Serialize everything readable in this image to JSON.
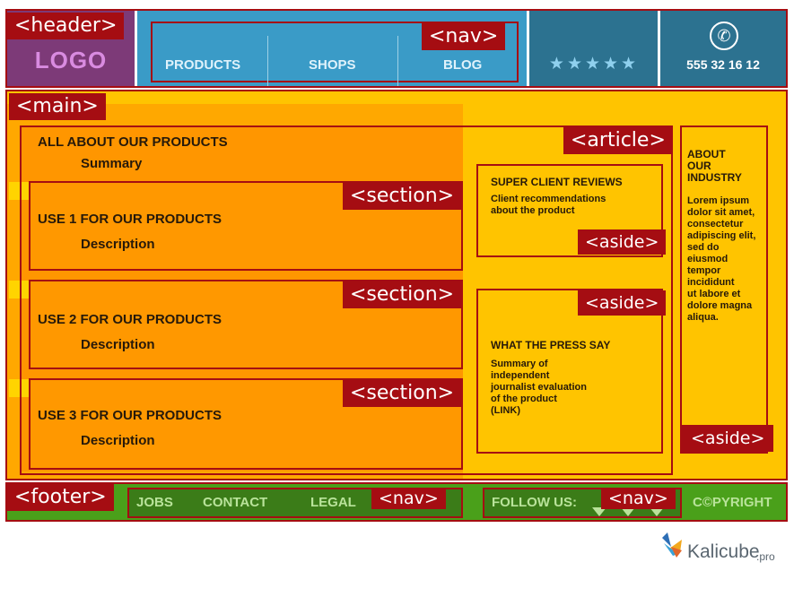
{
  "header": {
    "tag": "<header>",
    "logo": "LOGO",
    "nav_tag": "<nav>",
    "nav_items": [
      "PRODUCTS",
      "SHOPS",
      "BLOG"
    ],
    "stars": "★★★★★",
    "phone_icon": "phone-icon",
    "phone": "555 32 16 12"
  },
  "main": {
    "tag": "<main>",
    "article": {
      "tag": "<article>",
      "title": "ALL ABOUT OUR PRODUCTS",
      "summary": "Summary"
    },
    "sections": [
      {
        "tag": "<section>",
        "title": "USE 1 FOR OUR PRODUCTS",
        "desc": "Description"
      },
      {
        "tag": "<section>",
        "title": "USE 2 FOR OUR PRODUCTS",
        "desc": "Description"
      },
      {
        "tag": "<section>",
        "title": "USE 3 FOR OUR PRODUCTS",
        "desc": "Description"
      }
    ],
    "aside_reviews": {
      "tag": "<aside>",
      "title": "SUPER CLIENT REVIEWS",
      "line1": "Client recommendations",
      "line2": "about the product"
    },
    "aside_press": {
      "tag": "<aside>",
      "title": "WHAT THE PRESS SAY",
      "lines": [
        "Summary of",
        "independent",
        "journalist evaluation",
        "of the product",
        "(LINK)"
      ]
    },
    "aside_industry": {
      "tag": "<aside>",
      "title_lines": [
        "ABOUT",
        "OUR",
        "INDUSTRY"
      ],
      "body_lines": [
        "Lorem ipsum",
        "dolor sit amet,",
        "consectetur",
        "adipiscing elit,",
        "sed do",
        "eiusmod",
        "tempor",
        "incididunt",
        "ut labore et",
        "dolore magna",
        "aliqua."
      ]
    }
  },
  "footer": {
    "tag": "<footer>",
    "nav1": {
      "tag": "<nav>",
      "items": [
        "JOBS",
        "CONTACT",
        "LEGAL"
      ]
    },
    "nav2": {
      "tag": "<nav>",
      "follow": "FOLLOW US:"
    },
    "copyright": "C©PYRIGHT"
  },
  "branding": {
    "name": "Kalicube",
    "suffix": ".pro"
  },
  "colors": {
    "tag_red": "#a50d12",
    "header_blue": "#3a9bc7",
    "main_yellow": "#ffc400",
    "section_orange": "#ff9800",
    "footer_green": "#4aa01a"
  }
}
